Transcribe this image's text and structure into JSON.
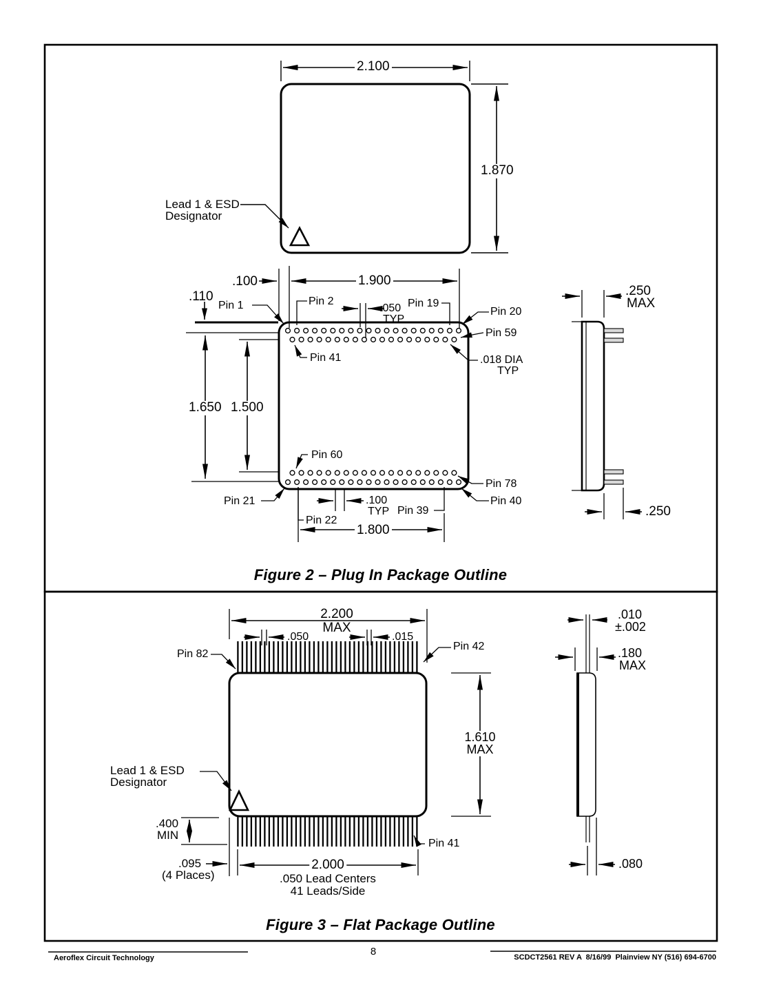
{
  "page": {
    "number": "8"
  },
  "footer": {
    "company": "Aeroflex Circuit Technology",
    "docinfo": "SCDCT2561 REV A  8/16/99  Plainview NY (516) 694-6700"
  },
  "fig2": {
    "caption": "Figure 2 – Plug In Package Outline",
    "top_view": {
      "dim_width": "2.100",
      "dim_height": "1.870",
      "lead1_line1": "Lead 1 & ESD",
      "lead1_line2": "Designator"
    },
    "pin_view": {
      "dim_edge_to_pin": ".100",
      "dim_row_span": "1.900",
      "dim_top_gap": ".110",
      "pin1": "Pin 1",
      "pin2": "Pin 2",
      "dim_stagger": ".050",
      "typ1": "TYP",
      "pin19": "Pin 19",
      "pin20": "Pin 20",
      "pin59": "Pin 59",
      "pin41": "Pin 41",
      "dia": ".018 DIA",
      "dia_typ": "TYP",
      "dim_outer_span": "1.650",
      "dim_inner_span": "1.500",
      "pin60": "Pin 60",
      "pin21": "Pin 21",
      "pin22": "Pin 22",
      "dim_pitch": ".100",
      "typ2": "TYP",
      "pin39": "Pin 39",
      "pin78": "Pin 78",
      "pin40": "Pin 40",
      "dim_bottom_span": "1.800",
      "rows": {
        "outer_count": 20,
        "inner_count": 19
      }
    },
    "side_view": {
      "dim_thickness": ".250",
      "dim_thickness_max": "MAX",
      "dim_lead_len": ".250"
    }
  },
  "fig3": {
    "caption": "Figure 3 – Flat Package Outline",
    "dim_width": "2.200",
    "dim_width_max": "MAX",
    "dim_lead_pitch": ".050",
    "dim_lead_width": ".015",
    "pin82": "Pin 82",
    "pin42": "Pin 42",
    "pin41": "Pin 41",
    "lead1_line1": "Lead 1 & ESD",
    "lead1_line2": "Designator",
    "dim_standoff": ".400",
    "dim_standoff_min": "MIN",
    "dim_corner": ".095",
    "dim_corner_note": "(4 Places)",
    "dim_lead_span": "2.000",
    "lead_centers_note": ".050 Lead Centers",
    "leads_per_side_note": "41 Leads/Side",
    "leads_per_side": 41,
    "side_view": {
      "dim_lead_thk": ".010",
      "dim_lead_thk_tol": "±.002",
      "dim_body_thk": ".180",
      "dim_body_thk_max": "MAX",
      "dim_height": "1.610",
      "dim_height_max": "MAX",
      "dim_lead_proj": ".080"
    }
  }
}
